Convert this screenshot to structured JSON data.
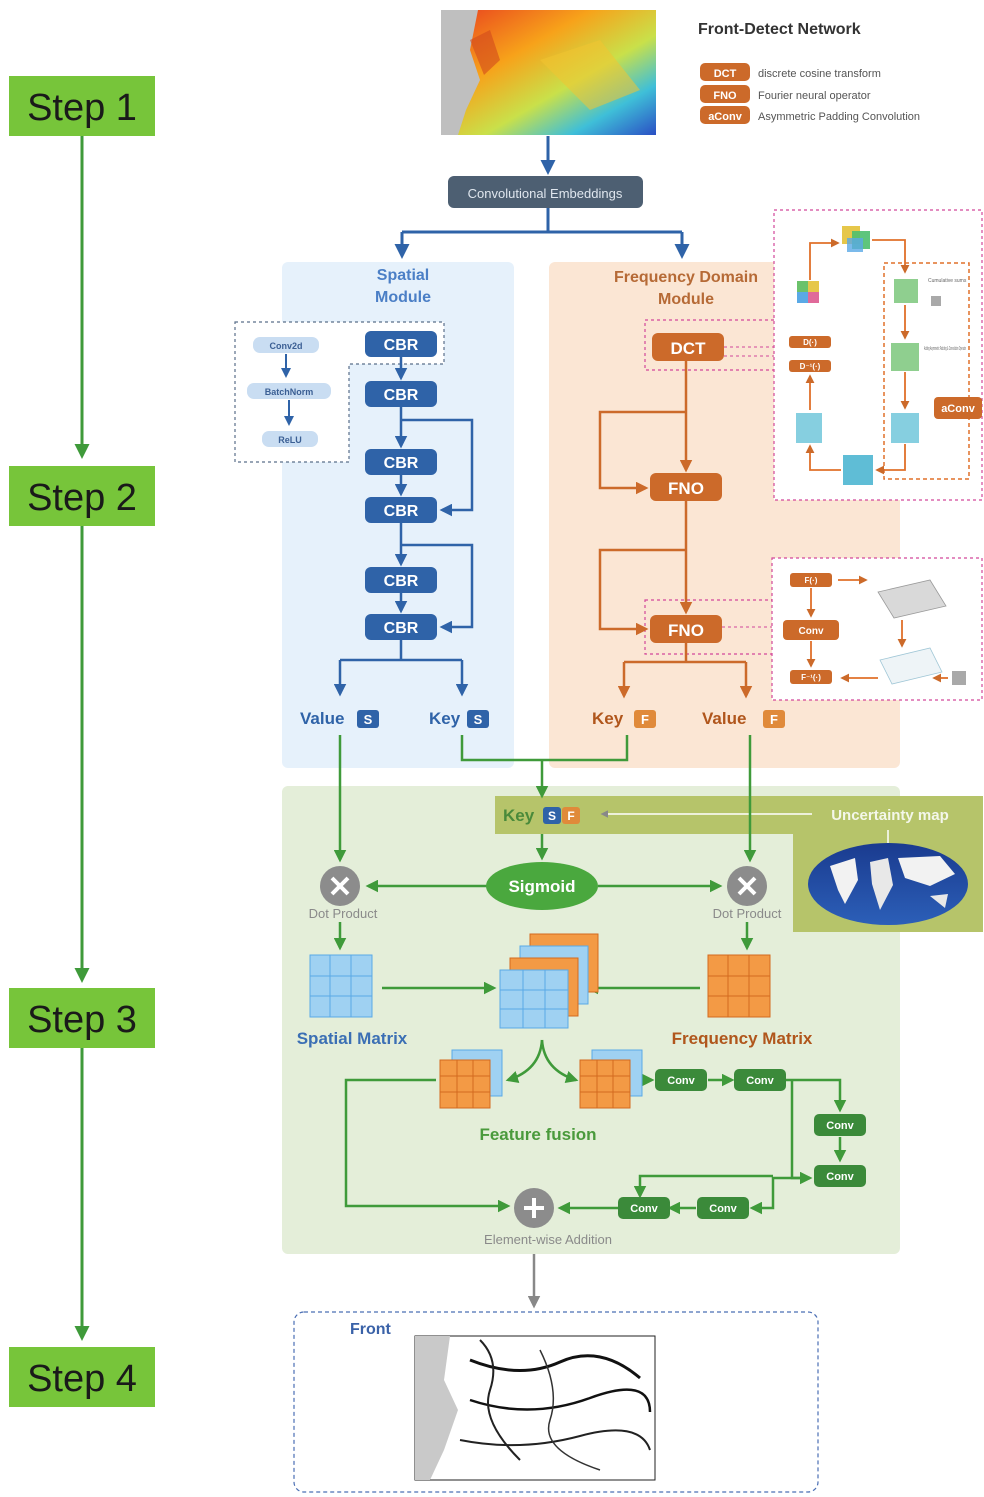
{
  "title": "Front-Detect Network",
  "legend": [
    {
      "tag": "DCT",
      "text": "discrete cosine transform"
    },
    {
      "tag": "FNO",
      "text": "Fourier neural operator"
    },
    {
      "tag": "aConv",
      "text": "Asymmetric Padding Convolution"
    }
  ],
  "steps": [
    "Step 1",
    "Step 2",
    "Step 3",
    "Step 4"
  ],
  "embedding_label": "Convolutional Embeddings",
  "spatial_module": {
    "title_line1": "Spatial",
    "title_line2": "Module",
    "cbr_label": "CBR",
    "cbr_detail": [
      "Conv2d",
      "BatchNorm",
      "ReLU"
    ],
    "value_label": "Value",
    "key_label": "Key",
    "badge": "S"
  },
  "frequency_module": {
    "title_line1": "Frequency Domain",
    "title_line2": "Module",
    "dct_label": "DCT",
    "fno_label": "FNO",
    "key_label": "Key",
    "value_label": "Value",
    "badge": "F",
    "aconv_label": "aConv",
    "conv_label": "Conv",
    "d_label": "D(·)",
    "dinv_label": "D⁻¹(·)",
    "f_label": "F(·)",
    "finv_label": "F⁻¹(·)",
    "detail_note_1": "Cumulative sums",
    "detail_note_2": "Adding Asymmetric Padding & Convolution Operator"
  },
  "fusion": {
    "key_label": "Key",
    "badge_s": "S",
    "badge_f": "F",
    "uncertainty_label": "Uncertainty map",
    "sigmoid_label": "Sigmoid",
    "dot_product_label": "Dot Product",
    "spatial_matrix_label": "Spatial Matrix",
    "frequency_matrix_label": "Frequency Matrix",
    "feature_fusion_label": "Feature fusion",
    "conv_label": "Conv",
    "element_wise_label": "Element-wise Addition"
  },
  "output_label": "Front",
  "colors": {
    "step_green": "#77c53a",
    "arrow_green": "#3f9a3a",
    "blue": "#2f63a8",
    "orange": "#cc6a2a",
    "spatial_bg": "#e6f1fb",
    "freq_bg": "#fbe6d4",
    "fusion_bg": "#e4eed9",
    "uncertainty_bg": "#b6c46a"
  }
}
